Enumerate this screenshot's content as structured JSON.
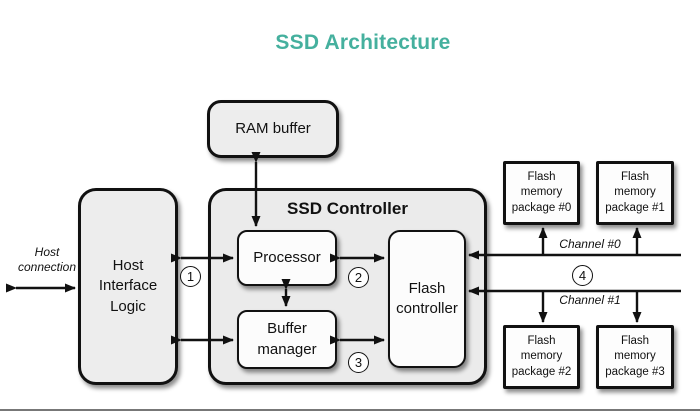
{
  "title": "SSD Architecture",
  "colors": {
    "title_accent": "#45b09e",
    "box_border": "#111111",
    "container_fill": "#ededed",
    "inner_fill": "#fcfcfc",
    "arrow": "#111111"
  },
  "host_connection": {
    "lines": [
      "Host",
      "connection"
    ]
  },
  "host_interface_logic": {
    "lines": [
      "Host",
      "Interface",
      "Logic"
    ]
  },
  "ram_buffer": {
    "label": "RAM buffer"
  },
  "ssd_controller": {
    "label": "SSD Controller"
  },
  "processor": {
    "label": "Processor"
  },
  "buffer_manager": {
    "lines": [
      "Buffer",
      "manager"
    ]
  },
  "flash_controller": {
    "lines": [
      "Flash",
      "controller"
    ]
  },
  "flash_packages": [
    {
      "lines": [
        "Flash",
        "memory",
        "package #0"
      ]
    },
    {
      "lines": [
        "Flash",
        "memory",
        "package #1"
      ]
    },
    {
      "lines": [
        "Flash",
        "memory",
        "package #2"
      ]
    },
    {
      "lines": [
        "Flash",
        "memory",
        "package #3"
      ]
    }
  ],
  "channels": [
    {
      "label": "Channel #0"
    },
    {
      "label": "Channel #1"
    }
  ],
  "step_markers": [
    "1",
    "2",
    "3",
    "4"
  ]
}
